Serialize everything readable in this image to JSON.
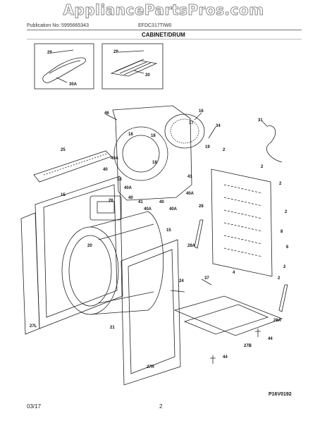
{
  "watermark": "AppliancePartsPros.com",
  "header": {
    "publication": "Publication No: 5995665343",
    "model": "EFDC317TIW0"
  },
  "section_title": "CABINET/DRUM",
  "footer": {
    "date": "03/17",
    "page": "2"
  },
  "diagram_code": "P16V0192",
  "callouts": {
    "inset_left_29": "29",
    "inset_left_30a": "30A",
    "inset_right_29": "29",
    "inset_right_30": "30",
    "c46": "46",
    "c16": "16",
    "c17": "17",
    "c18a": "18",
    "c18b": "18",
    "c18c": "18",
    "c34": "34",
    "c19": "19",
    "c31": "31",
    "c25": "25",
    "c40a_1": "40A",
    "c40a_2": "40A",
    "c40a_3": "40A",
    "c40a_4": "40A",
    "c40a_5": "40A",
    "c40a_6": "40A",
    "c40_1": "40",
    "c40_2": "40",
    "c40_3": "40",
    "c18d": "18",
    "c41a": "41",
    "c41b": "41",
    "c2a": "2",
    "c2b": "2",
    "c2c": "2",
    "c2d": "2",
    "c2e": "2",
    "c2f": "2",
    "c15a": "15",
    "c15b": "15",
    "c26": "26",
    "c28": "28",
    "c20": "20",
    "c28a_1": "28A",
    "c28a_2": "28A",
    "c8": "8",
    "c6": "6",
    "c4": "4",
    "c24": "24",
    "c37": "37",
    "c27l": "27L",
    "c21": "21",
    "c27r": "27R",
    "c27b": "27B",
    "c44a": "44",
    "c44b": "44"
  }
}
